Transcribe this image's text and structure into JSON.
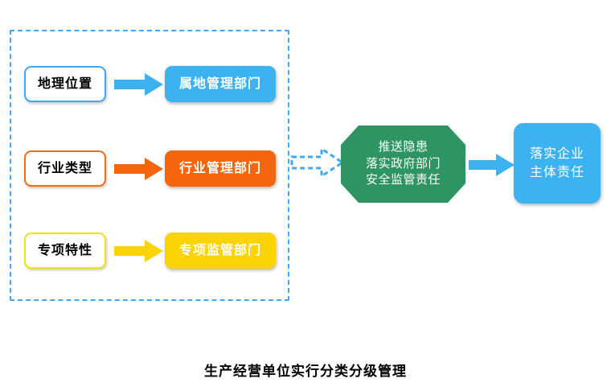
{
  "diagram": {
    "caption": "生产经营单位实行分类分级管理",
    "colors": {
      "blue": "#3cb3f0",
      "blue_border": "#3fa9f5",
      "orange": "#f4650c",
      "orange_border": "#f07010",
      "yellow": "#fcd406",
      "yellow_border": "#f2e600",
      "green": "#2e9461",
      "dashed_border": "#3fa9f5",
      "text_dark": "#000000",
      "text_light": "#ffffff"
    },
    "group": {
      "name": "classification-criteria-group",
      "criteria": [
        {
          "label": "地理位置",
          "accent": "#3fa9f5"
        },
        {
          "label": "行业类型",
          "accent": "#f07010"
        },
        {
          "label": "专项特性",
          "accent": "#f2e600"
        }
      ],
      "departments": [
        {
          "label": "属地管理部门",
          "fill": "#3cb3f0"
        },
        {
          "label": "行业管理部门",
          "fill": "#f4650c"
        },
        {
          "label": "专项监管部门",
          "fill": "#fcd406"
        }
      ],
      "arrows": [
        {
          "name": "arrow-geography-to-local-dept",
          "style": "solid",
          "color": "#3cb3f0"
        },
        {
          "name": "arrow-industry-to-industry-dept",
          "style": "solid",
          "color": "#f4650c"
        },
        {
          "name": "arrow-special-to-special-dept",
          "style": "solid",
          "color": "#fcd406"
        }
      ]
    },
    "connector_dashed": {
      "name": "arrow-group-to-push-node",
      "style": "dashed",
      "color": "#3fa9f5"
    },
    "push_node": {
      "name": "push-hazard-octagon",
      "shape": "octagon",
      "fill": "#2e9461",
      "lines": [
        "推送隐患",
        "落实政府部门",
        "安全监管责任"
      ]
    },
    "connector_final": {
      "name": "arrow-push-node-to-outcome",
      "style": "solid",
      "color": "#3cb3f0"
    },
    "outcome": {
      "name": "enterprise-responsibility-box",
      "fill": "#3cb3f0",
      "lines": [
        "落实企业",
        "主体责任"
      ]
    }
  }
}
